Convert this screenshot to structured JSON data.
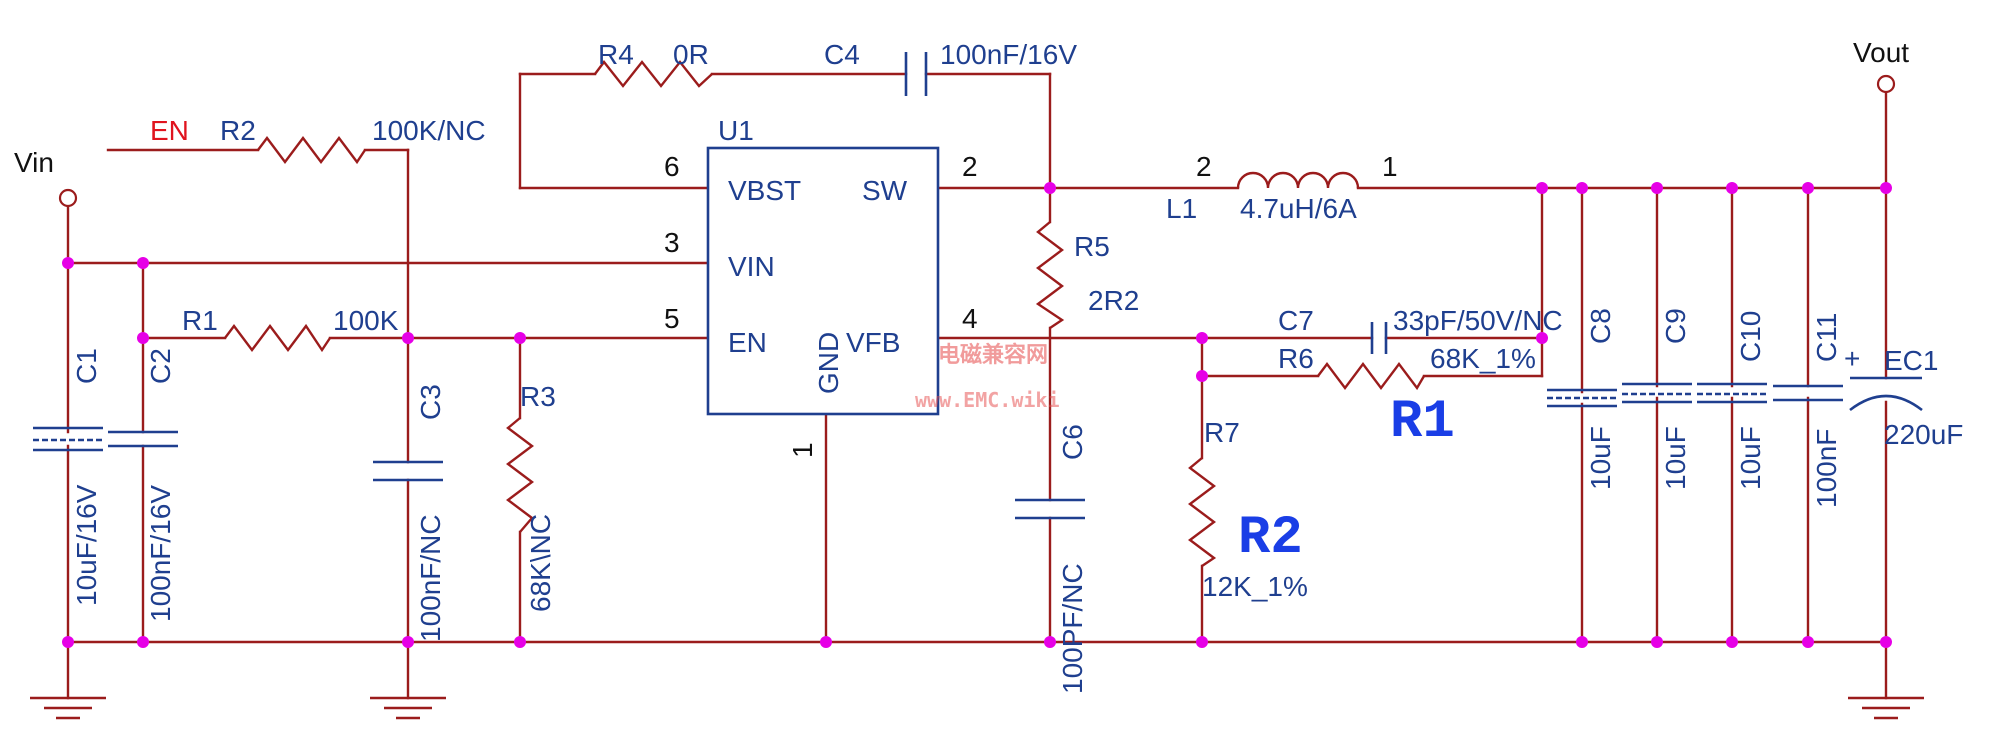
{
  "ports": {
    "vin": "Vin",
    "vout": "Vout"
  },
  "net_en": "EN",
  "ic": {
    "ref": "U1",
    "pins": {
      "vbst": "VBST",
      "sw": "SW",
      "vin": "VIN",
      "en": "EN",
      "gnd": "GND",
      "vfb": "VFB"
    },
    "pin_numbers": {
      "vbst": "6",
      "sw": "2",
      "vin": "3",
      "en": "5",
      "vfb": "4",
      "gnd": "1"
    }
  },
  "components": {
    "r4": {
      "ref": "R4",
      "value": "0R"
    },
    "c4": {
      "ref": "C4",
      "value": "100nF/16V"
    },
    "r2": {
      "ref": "R2",
      "value": "100K/NC"
    },
    "r1": {
      "ref": "R1",
      "value": "100K"
    },
    "r3": {
      "ref": "R3",
      "value": "68K\\NC"
    },
    "r5": {
      "ref": "R5",
      "value": "2R2"
    },
    "l1": {
      "ref": "L1",
      "value": "4.7uH/6A",
      "pin_a": "2",
      "pin_b": "1"
    },
    "c7": {
      "ref": "C7",
      "value": "33pF/50V/NC"
    },
    "r6": {
      "ref": "R6",
      "value": "68K_1%"
    },
    "r7": {
      "ref": "R7",
      "value": "12K_1%"
    },
    "c1": {
      "ref": "C1",
      "value": "10uF/16V"
    },
    "c2": {
      "ref": "C2",
      "value": "100nF/16V"
    },
    "c3": {
      "ref": "C3",
      "value": "100nF/NC"
    },
    "c6": {
      "ref": "C6",
      "value": "100PF/NC"
    },
    "c8": {
      "ref": "C8",
      "value": "10uF"
    },
    "c9": {
      "ref": "C9",
      "value": "10uF"
    },
    "c10": {
      "ref": "C10",
      "value": "10uF"
    },
    "c11": {
      "ref": "C11",
      "value": "100nF"
    },
    "ec1": {
      "ref": "EC1",
      "value": "220uF",
      "polarity": "+"
    }
  },
  "annotations": {
    "r1": "R1",
    "r2": "R2"
  },
  "watermark": {
    "line1": "电磁兼容网",
    "line2": "www.EMC.wiki"
  },
  "colors": {
    "wire": "#9b1c1c",
    "component": "#1f3f8f",
    "junction": "#e600e6",
    "en_label": "#e0141e",
    "annotation": "#1a3ee6",
    "background": "#ffffff"
  }
}
